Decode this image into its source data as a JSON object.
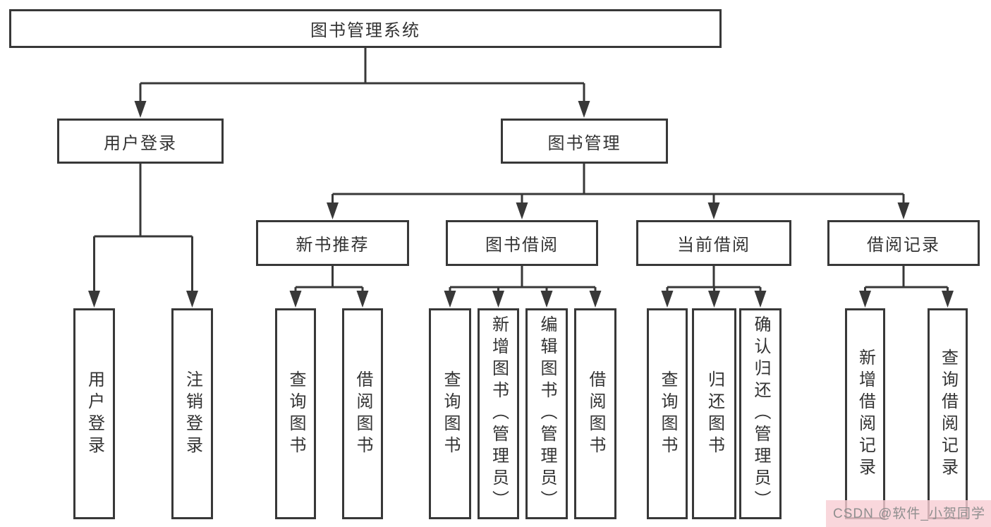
{
  "colors": {
    "line": "#383838",
    "box_border": "#383838",
    "box_fill": "#ffffff",
    "text": "#333333",
    "watermark_bg": "#f7cdd3",
    "watermark_text": "#8f8f8f"
  },
  "diagram": {
    "root": "图书管理系统",
    "branches": {
      "user_login": "用户登录",
      "book_management": "图书管理"
    },
    "modules": {
      "new_book": "新书推荐",
      "book_borrow": "图书借阅",
      "current_borrow": "当前借阅",
      "borrow_record": "借阅记录"
    },
    "leaves": {
      "user_login": [
        "用户登录",
        "注销登录"
      ],
      "new_book": [
        "查询图书",
        "借阅图书"
      ],
      "book_borrow": [
        "查询图书",
        "新增图书（管理员）",
        "编辑图书（管理员）",
        "借阅图书"
      ],
      "current_borrow": [
        "查询图书",
        "归还图书",
        "确认归还（管理员）"
      ],
      "borrow_record": [
        "新增借阅记录",
        "查询借阅记录"
      ]
    }
  },
  "watermark": "CSDN @软件_小贺同学"
}
